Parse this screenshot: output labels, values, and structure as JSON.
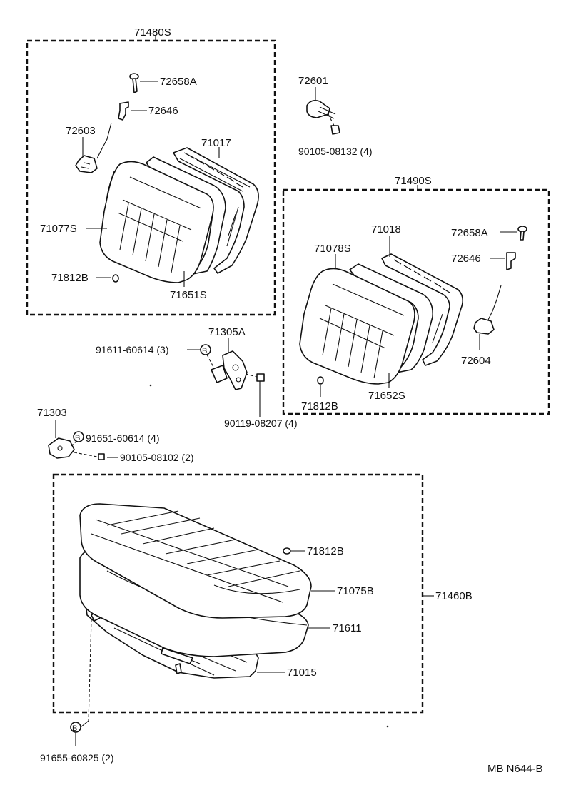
{
  "diagram": {
    "groups": {
      "back_left": "71480S",
      "back_right": "71490S",
      "cushion": "71460B"
    },
    "labels": {
      "p72658A_l": "72658A",
      "p72646_l": "72646",
      "p72603": "72603",
      "p71017": "71017",
      "p71077S": "71077S",
      "p71812B_l": "71812B",
      "p71651S": "71651S",
      "p72601": "72601",
      "p90105_08132": "90105-08132 (4)",
      "p71018": "71018",
      "p71078S": "71078S",
      "p72658A_r": "72658A",
      "p72646_r": "72646",
      "p72604": "72604",
      "p71652S": "71652S",
      "p71812B_r": "71812B",
      "p91611_60614": "91611-60614 (3)",
      "p71305A": "71305A",
      "p90119_08207": "90119-08207 (4)",
      "p71303": "71303",
      "p91651_60614": "91651-60614 (4)",
      "p90105_08102": "90105-08102 (2)",
      "p71812B_c": "71812B",
      "p71075B": "71075B",
      "p71611": "71611",
      "p71015": "71015",
      "p91655_60825": "91655-60825 (2)"
    },
    "bolt_marker": "B",
    "drawing_code": "MB N644-B"
  }
}
